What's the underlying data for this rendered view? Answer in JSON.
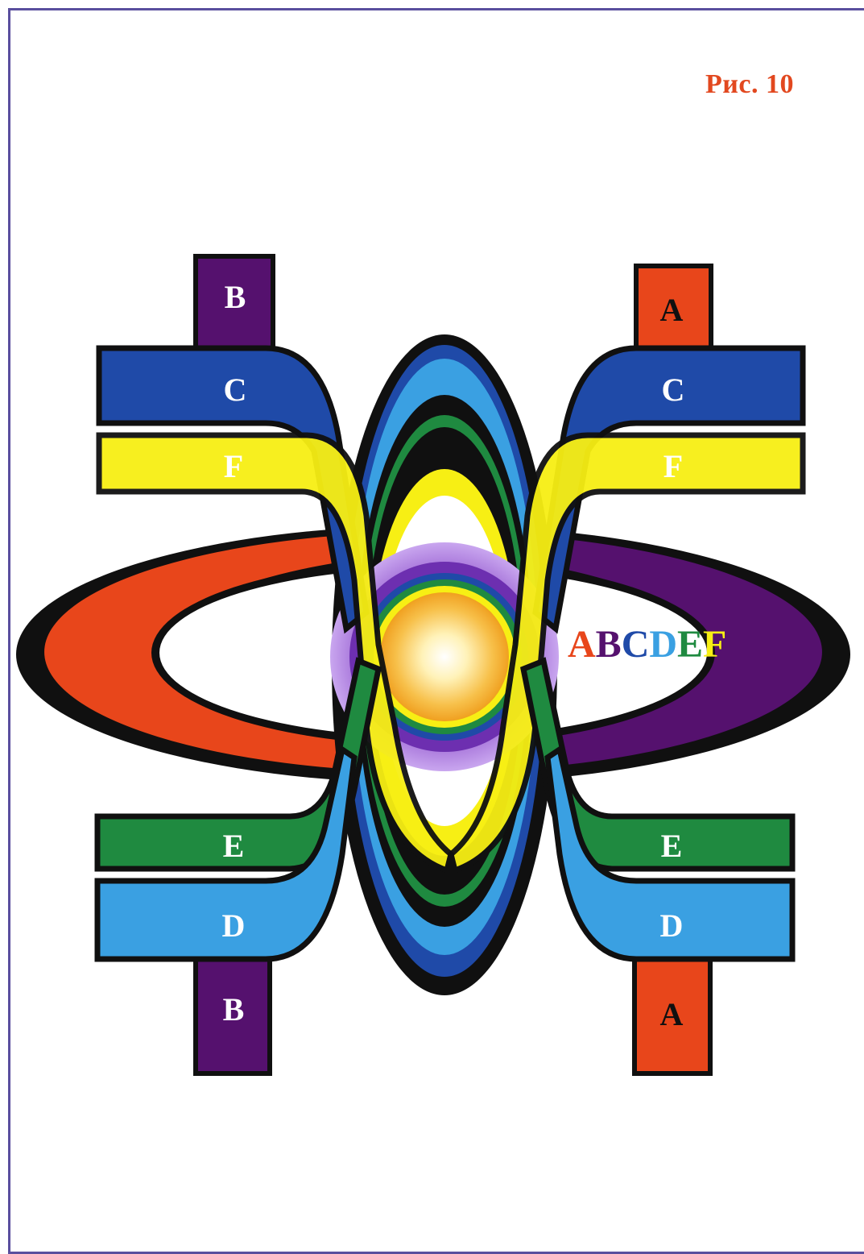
{
  "figure": {
    "title": "Рис. 10",
    "center_text": [
      "A",
      "B",
      "C",
      "D",
      "E",
      "F"
    ],
    "labels": {
      "top_left_strip": "B",
      "bottom_left_strip": "B",
      "top_right_strip": "A",
      "bottom_right_strip": "A",
      "left_c": "C",
      "right_c": "C",
      "left_f": "F",
      "right_f": "F",
      "left_e": "E",
      "right_e": "E",
      "left_d": "D",
      "right_d": "D"
    }
  },
  "colors": {
    "A": "#e8461b",
    "B": "#55116e",
    "C": "#1f4aa8",
    "D": "#3aa0e2",
    "E": "#1f8a40",
    "F": "#f7ef14",
    "outline": "#101010",
    "frame": "#5a4f9e",
    "title": "#e2481f"
  }
}
